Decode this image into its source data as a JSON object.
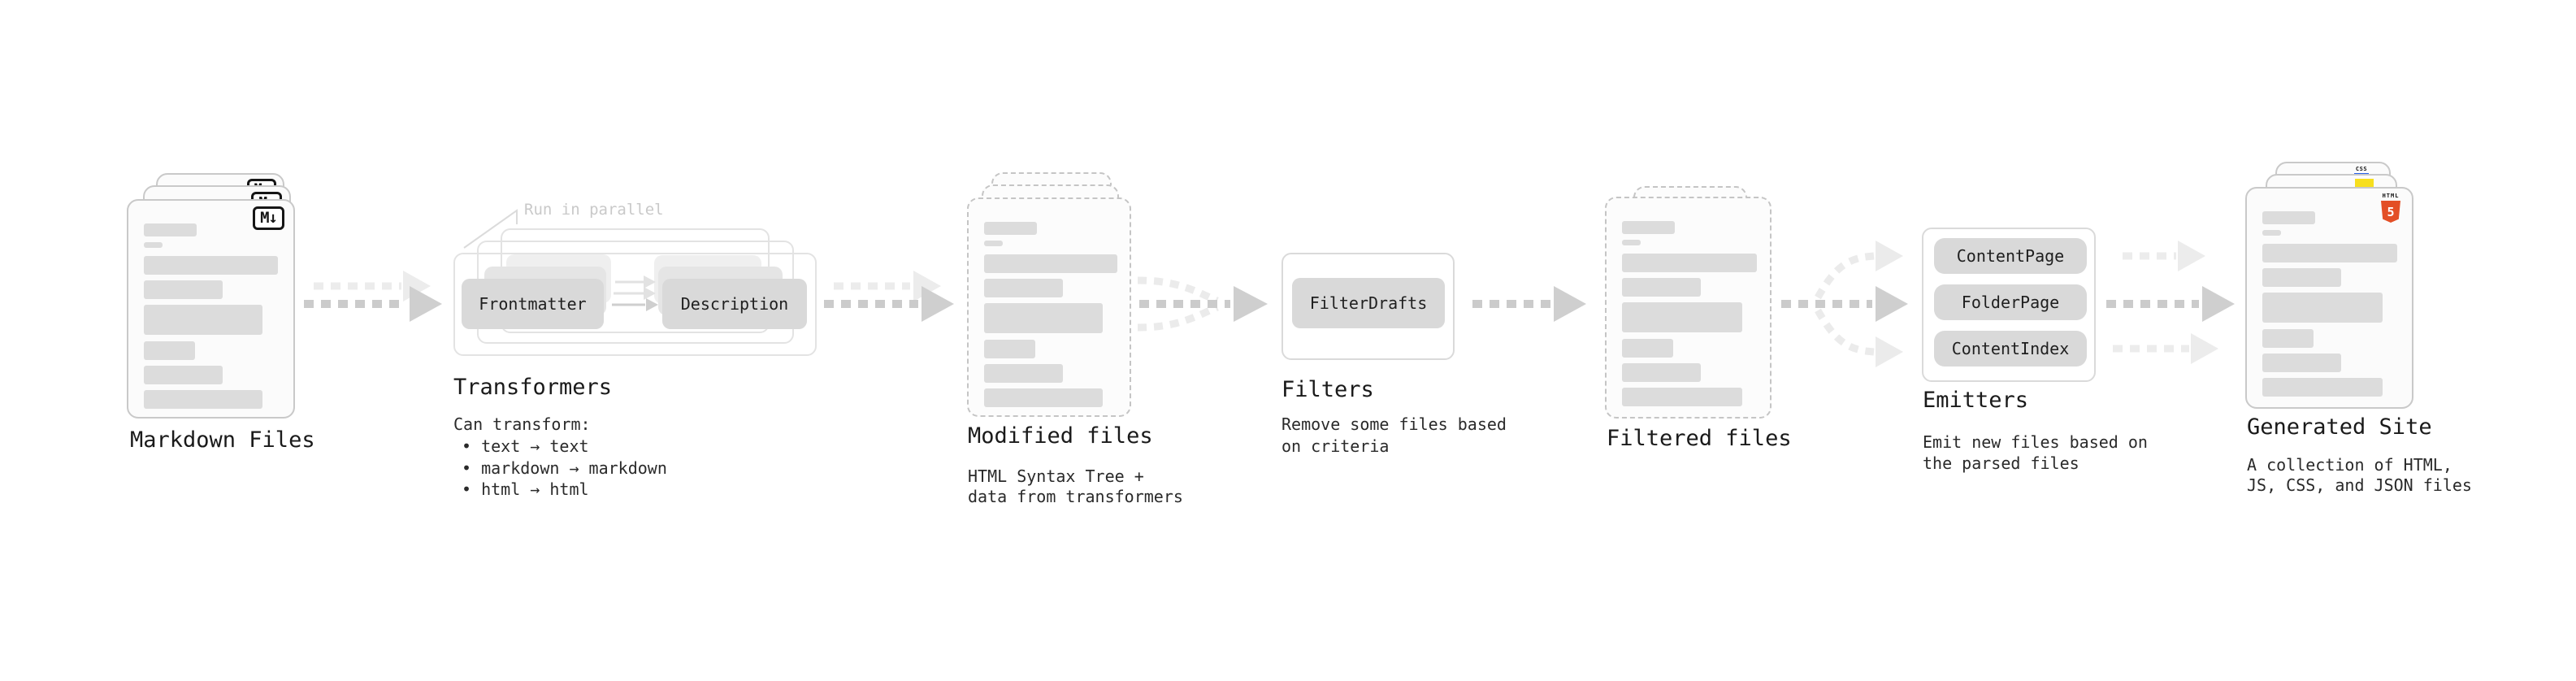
{
  "diagram": {
    "markdown_files": {
      "title": "Markdown Files",
      "badge": "M↓"
    },
    "transformers": {
      "note": "Run in parallel",
      "step1": "Frontmatter",
      "step2": "Description",
      "title": "Transformers",
      "caption": "Can transform:",
      "bullets": [
        "• text → text",
        "• markdown → markdown",
        "• html → html"
      ]
    },
    "modified_files": {
      "title": "Modified files",
      "caption_lines": [
        "HTML Syntax Tree +",
        "data from transformers"
      ]
    },
    "filters": {
      "box": "FilterDrafts",
      "title": "Filters",
      "caption_lines": [
        "Remove some files based",
        "on criteria"
      ]
    },
    "filtered_files": {
      "title": "Filtered files"
    },
    "emitters": {
      "boxes": [
        "ContentPage",
        "FolderPage",
        "ContentIndex"
      ],
      "title": "Emitters",
      "caption_lines": [
        "Emit new files based on",
        "the parsed files"
      ]
    },
    "generated_site": {
      "title": "Generated Site",
      "caption_lines": [
        "A collection of HTML,",
        "JS, CSS, and JSON files"
      ],
      "badge_css": "CSS",
      "badge_html": "HTML",
      "badge_html_number": "5"
    }
  },
  "colors": {
    "background": "#ffffff",
    "text": "#1f1f1f",
    "note_muted": "#c9c9c9",
    "card_border": "#c9c9c9",
    "dashed_border": "#c5c5c5",
    "container_border": "#e3e3e3",
    "box_fill": "#d9d9d9",
    "skeleton": "#dcdcdc",
    "arrow_dark": "#cbcbcb",
    "arrow_light": "#ececec",
    "html5_orange": "#e34f26",
    "js_yellow": "#f7df1e",
    "css_blue": "#2862e9"
  }
}
